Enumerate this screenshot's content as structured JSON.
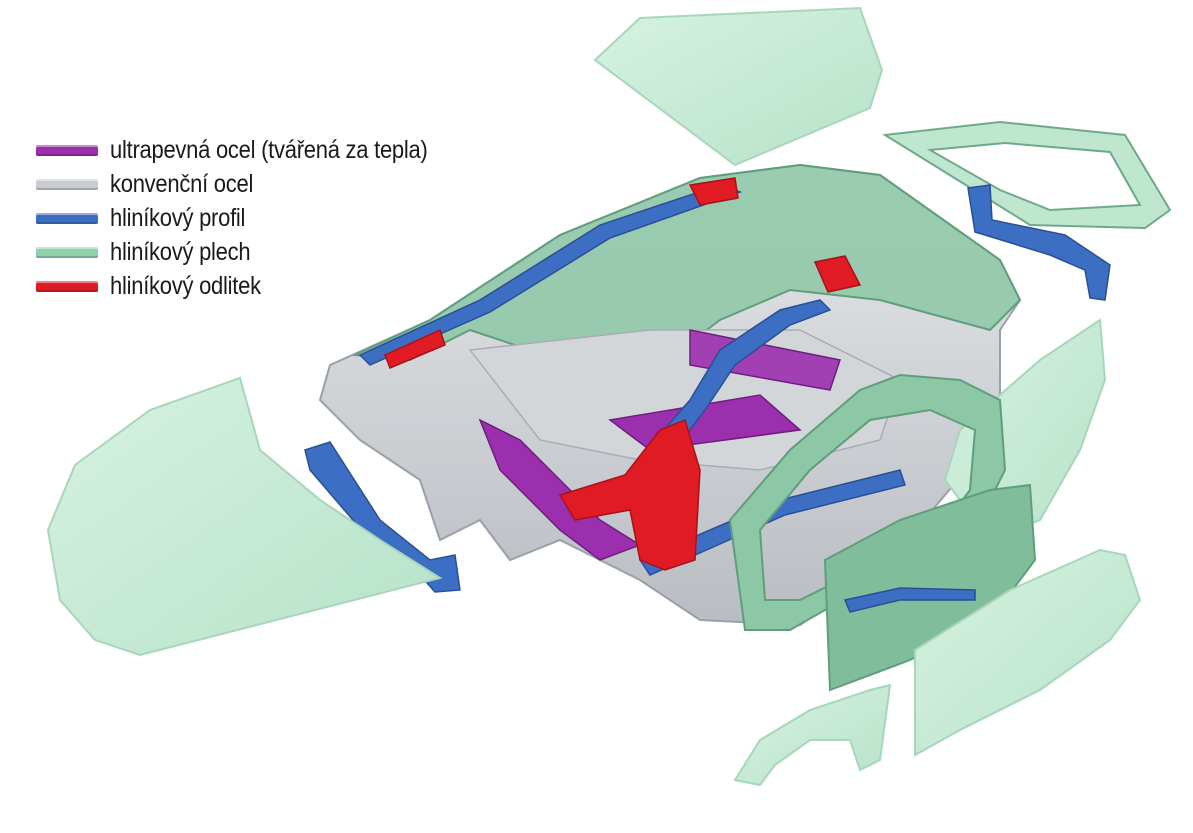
{
  "legend": {
    "items": [
      {
        "label": "ultrapevná ocel (tvářená za tepla)",
        "color": "#9b2fae"
      },
      {
        "label": "konvenční ocel",
        "color": "#c9cdd2"
      },
      {
        "label": "hliníkový profil",
        "color": "#3c6fc4"
      },
      {
        "label": "hliníkový plech",
        "color": "#8fd1ab"
      },
      {
        "label": "hliníkový odlitek",
        "color": "#e01b24"
      }
    ]
  },
  "materials": {
    "panel_fill": "#c8ecd8",
    "panel_stroke": "#a7d6bb",
    "frame_dark": "#5f9e7c",
    "steel": "#d8dadd",
    "steel_dark": "#a9adb3"
  }
}
